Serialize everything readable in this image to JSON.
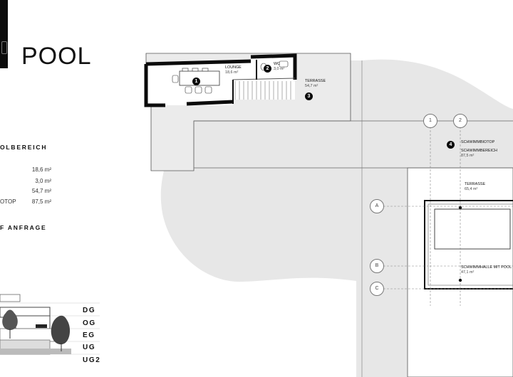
{
  "page": {
    "title": "POOL"
  },
  "area_section": {
    "heading": "OLBEREICH",
    "rows": [
      {
        "label": "",
        "value": "18,6 m²"
      },
      {
        "label": "",
        "value": "3,0 m²"
      },
      {
        "label": "",
        "value": "54,7 m²"
      },
      {
        "label": "OTOP",
        "value": "87,5 m²"
      }
    ]
  },
  "price_section": {
    "heading": "F ANFRAGE"
  },
  "levels": [
    "DG",
    "OG",
    "EG",
    "UG",
    "UG2"
  ],
  "rooms": {
    "lounge": {
      "name": "LOUNGE",
      "area": "18,6 m²",
      "badge": "1"
    },
    "wc": {
      "name": "WC",
      "area": "3,0 m²",
      "badge": "2"
    },
    "terrace1": {
      "name": "TERRASSE",
      "area": "54,7 m²",
      "badge": "3"
    },
    "schwimmbiotop": {
      "name": "SCHWIMMBIOTOP",
      "badge": "4"
    },
    "schwimmbereich": {
      "name": "SCHWIMMBEREICH",
      "area": "87,5 m²"
    },
    "terrace2": {
      "name": "TERRASSE",
      "area": "65,4 m²"
    },
    "schwimmhalle": {
      "name": "SCHWIMMHALLE MIT POOL",
      "area": "47,1 m²"
    }
  },
  "grid_axes": {
    "columns": [
      "1",
      "2"
    ],
    "rows": [
      "A",
      "B",
      "C"
    ]
  },
  "colors": {
    "ink": "#111111",
    "site_fill": "#e7e7e7",
    "wall": "#0b0b0b"
  }
}
